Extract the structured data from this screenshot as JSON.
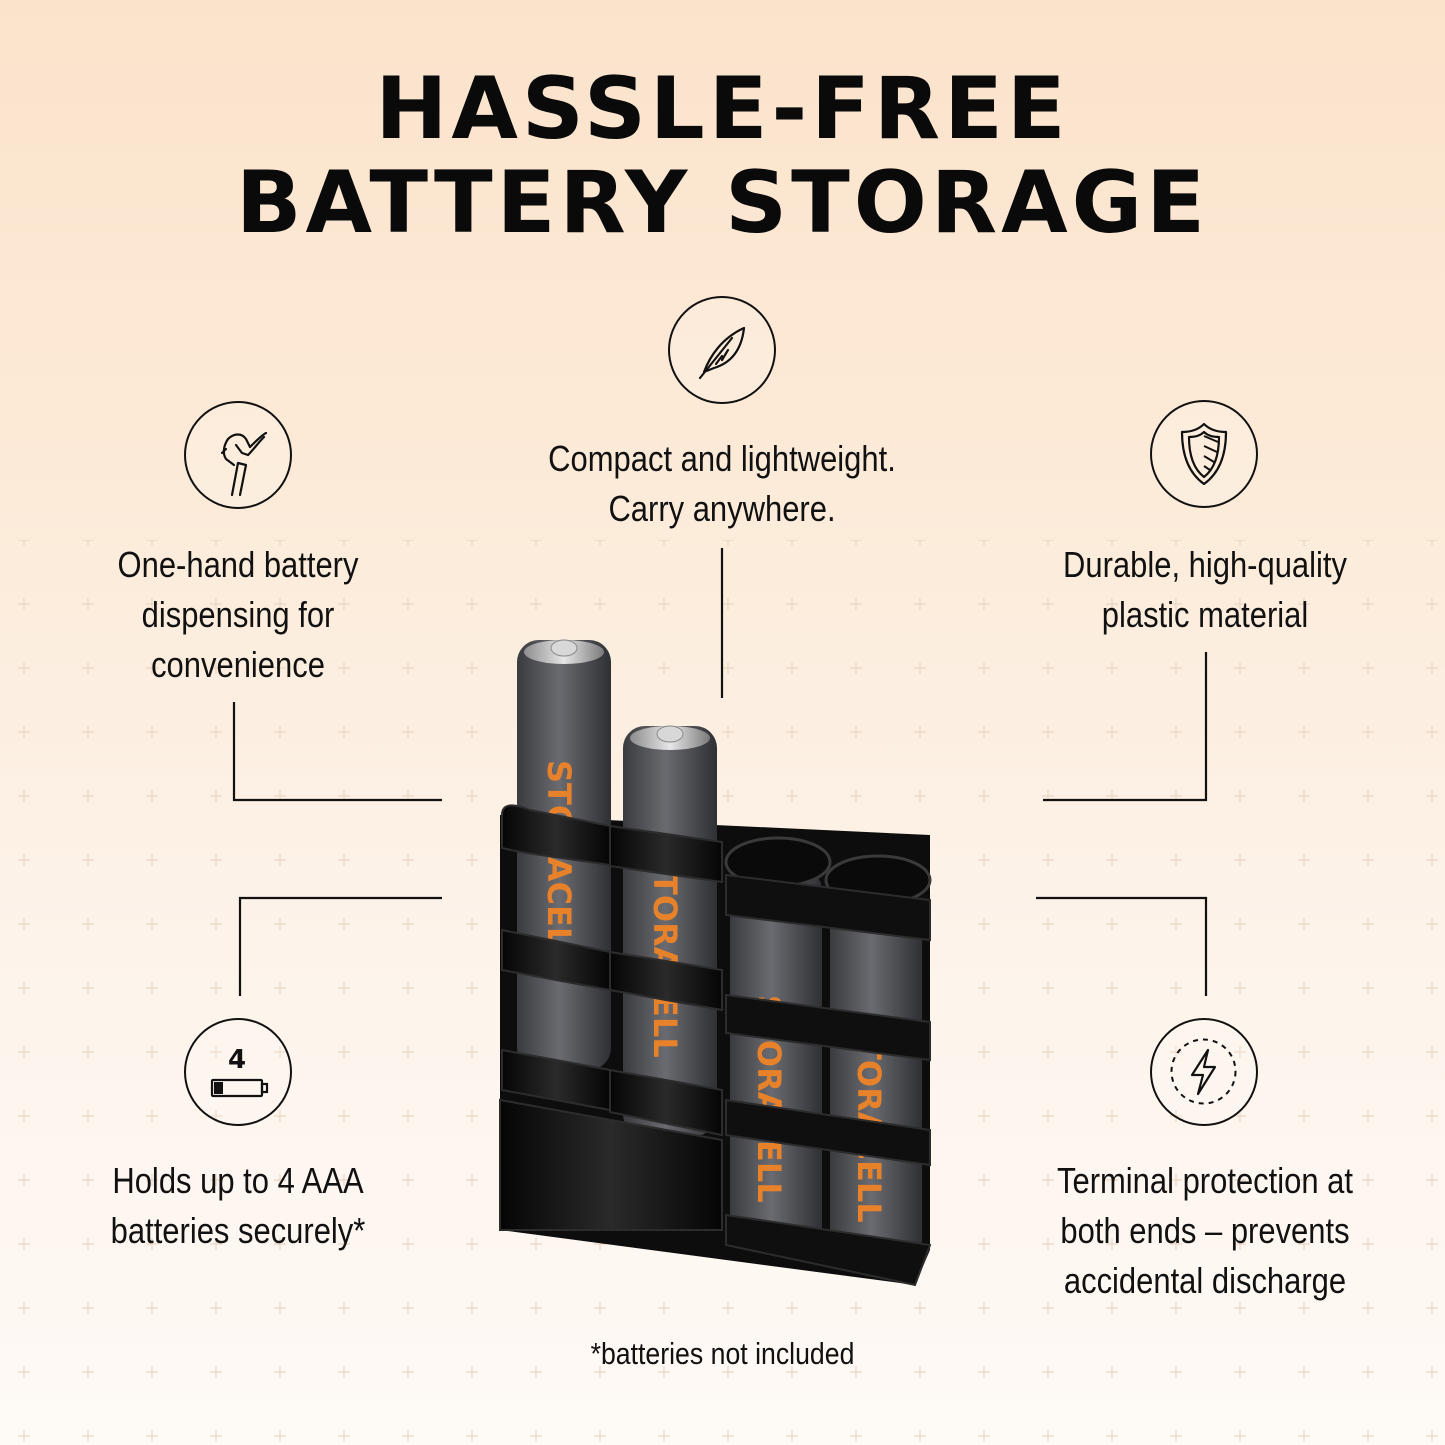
{
  "headline": {
    "line1": "HASSLE-FREE",
    "line2": "BATTERY STORAGE"
  },
  "features": {
    "compact": {
      "icon": "feather-icon",
      "line1": "Compact and lightweight.",
      "line2": "Carry anywhere."
    },
    "one_hand": {
      "icon": "hand-pinch-icon",
      "line1": "One-hand battery",
      "line2": "dispensing for",
      "line3": "convenience"
    },
    "durable": {
      "icon": "shield-icon",
      "line1": "Durable, high-quality",
      "line2": "plastic material"
    },
    "capacity": {
      "icon": "battery-count-icon",
      "badge": "4",
      "line1": "Holds up to 4 AAA",
      "line2": "batteries securely*"
    },
    "terminal": {
      "icon": "lightning-bolt-icon",
      "line1": "Terminal protection at",
      "line2": "both ends – prevents",
      "line3": "accidental discharge"
    }
  },
  "product": {
    "battery_label": "STORACELL"
  },
  "footnote": "*batteries not included",
  "colors": {
    "background_top": "#fbe3cb",
    "background_bottom": "#fefaf6",
    "text": "#111111",
    "holder": "#0c0c0c",
    "battery": "#56575c",
    "label_orange": "#e8822a"
  }
}
